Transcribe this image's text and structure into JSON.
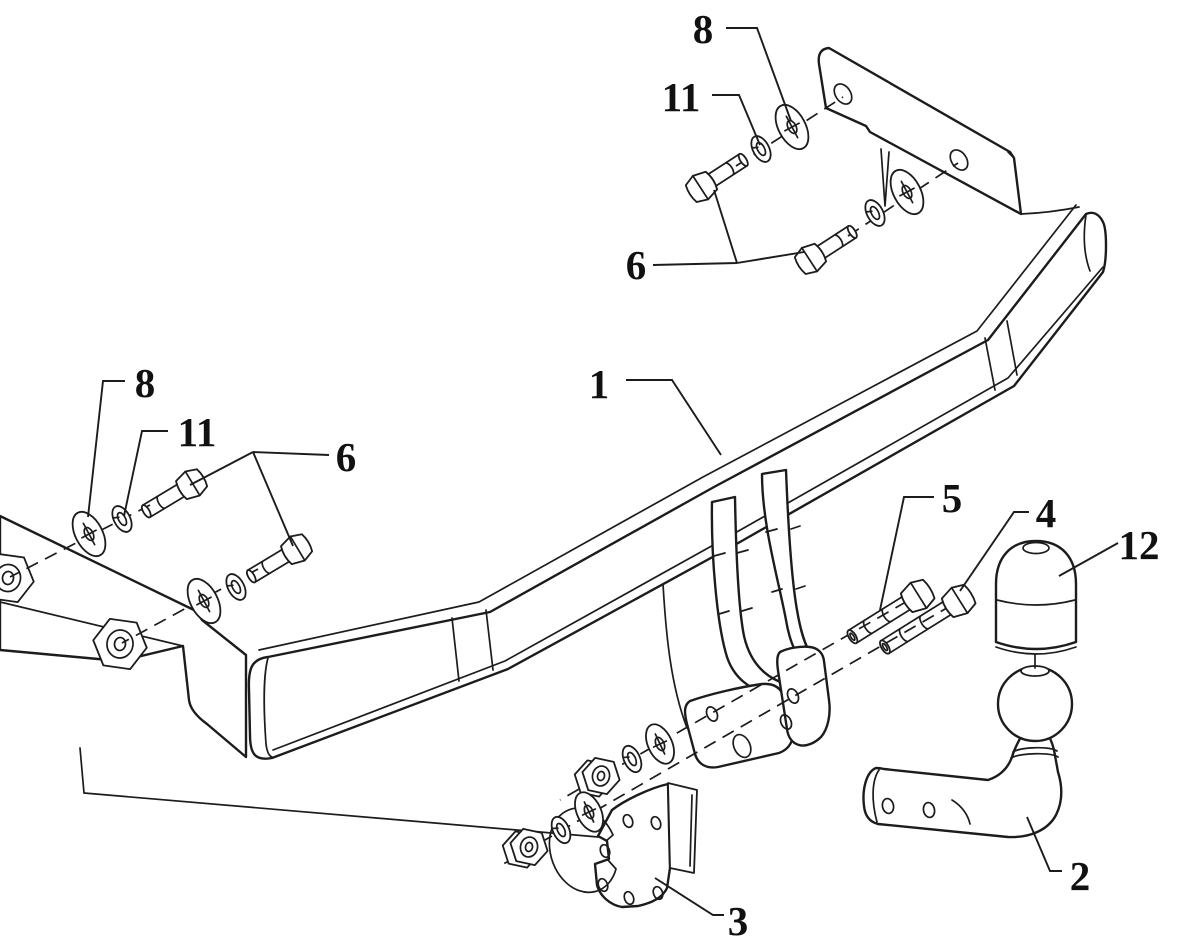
{
  "diagram": {
    "kind": "exploded-assembly-technical-drawing",
    "subject": "tow bar hitch assembly",
    "background_color": "#ffffff",
    "line_color": "#1c1c1c",
    "text_color": "#111111"
  },
  "callouts": {
    "c1": {
      "text": "1",
      "part": "crossbar-beam"
    },
    "c2": {
      "text": "2",
      "part": "tow-ball-swan-neck"
    },
    "c3": {
      "text": "3",
      "part": "socket-mounting-plate"
    },
    "c4": {
      "text": "4",
      "part": "hex-bolt-front"
    },
    "c5": {
      "text": "5",
      "part": "hex-bolt-rear"
    },
    "c6t": {
      "text": "6",
      "part": "hex-bolts-right-bracket"
    },
    "c6l": {
      "text": "6",
      "part": "hex-bolts-left-bracket"
    },
    "c8t": {
      "text": "8",
      "part": "flat-washer-right"
    },
    "c8l": {
      "text": "8",
      "part": "flat-washer-left"
    },
    "c11t": {
      "text": "11",
      "part": "spring-washer-right"
    },
    "c11l": {
      "text": "11",
      "part": "spring-washer-left"
    },
    "c12": {
      "text": "12",
      "part": "ball-cover-cap"
    }
  }
}
